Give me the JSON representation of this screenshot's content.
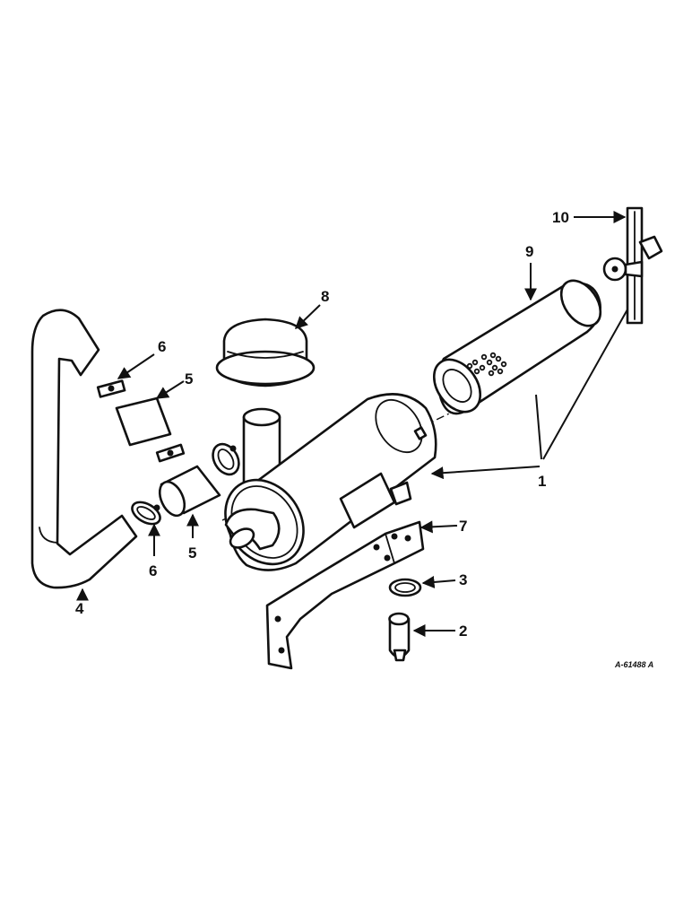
{
  "callouts": {
    "c1": "1",
    "c2": "2",
    "c3": "3",
    "c4": "4",
    "c5a": "5",
    "c5b": "5",
    "c6a": "6",
    "c6b": "6",
    "c7": "7",
    "c8": "8",
    "c9": "9",
    "c10": "10"
  },
  "reference_code": "A-61488 A",
  "colors": {
    "ink": "#111111",
    "paper": "#ffffff"
  }
}
